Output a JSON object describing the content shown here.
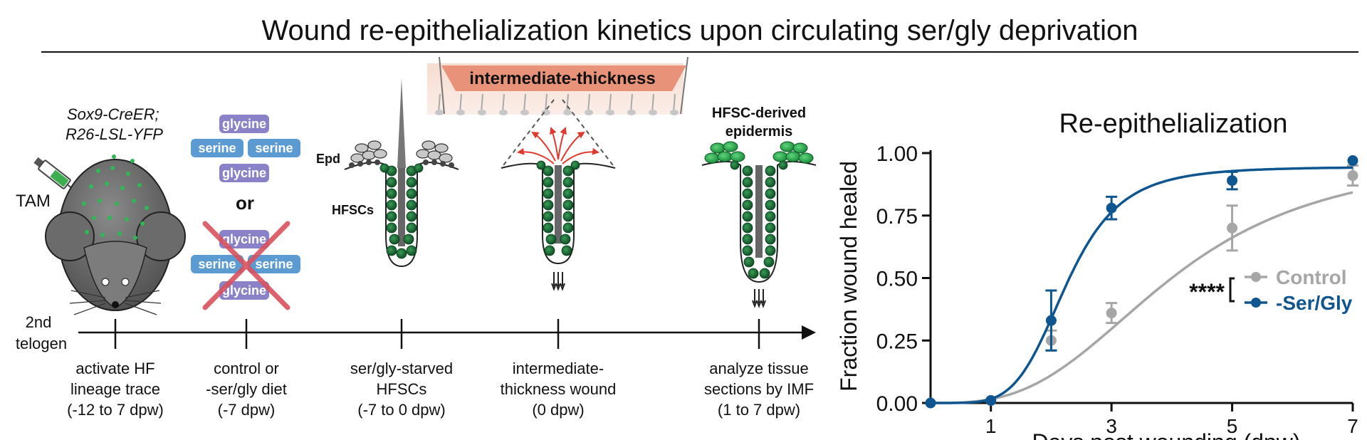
{
  "title": "Wound re-epithelialization kinetics upon circulating ser/gly deprivation",
  "mouse": {
    "genotype_line1": "Sox9-CreER;",
    "genotype_line2": "R26-LSL-YFP",
    "tam_label": "TAM"
  },
  "diet": {
    "glycine": "glycine",
    "serine": "serine",
    "or": "or",
    "colors": {
      "glycine": "#8a82c8",
      "serine": "#5b9bd1",
      "cross": "#d9525e"
    }
  },
  "follicle_labels": {
    "epd": "Epd",
    "hfscs": "HFSCs"
  },
  "wound_banner": "intermediate-thickness",
  "hfsc_derived": {
    "line1": "HFSC-derived",
    "line2": "epidermis"
  },
  "timeline": {
    "start_line1": "2nd",
    "start_line2": "telogen",
    "events": [
      {
        "l1": "activate HF",
        "l2": "lineage trace",
        "l3": "(-12 to 7 dpw)"
      },
      {
        "l1": "control or",
        "l2": "-ser/gly diet",
        "l3": "(-7 dpw)"
      },
      {
        "l1": "ser/gly-starved",
        "l2": "HFSCs",
        "l3": "(-7 to 0 dpw)"
      },
      {
        "l1": "intermediate-",
        "l2": "thickness wound",
        "l3": "(0 dpw)"
      },
      {
        "l1": "analyze tissue",
        "l2": "sections by IMF",
        "l3": "(1 to 7 dpw)"
      }
    ]
  },
  "chart_data": {
    "type": "line",
    "title": "Re-epithelialization",
    "ylabel": "Fraction wound healed",
    "xlabel": "Days post wounding (dpw)",
    "xlim": [
      0,
      7
    ],
    "ylim": [
      0,
      1
    ],
    "x_ticks": [
      "1",
      "3",
      "5",
      "7"
    ],
    "y_ticks": [
      "0.00",
      "0.25",
      "0.50",
      "0.75",
      "1.00"
    ],
    "significance": "****",
    "series": [
      {
        "name": "Control",
        "color": "#a6a6a6",
        "x": [
          0,
          1,
          2,
          3,
          5,
          7
        ],
        "y": [
          0.0,
          0.01,
          0.25,
          0.36,
          0.7,
          0.91
        ],
        "err": [
          0,
          0.005,
          0.04,
          0.04,
          0.09,
          0.04
        ],
        "fit": {
          "top": 1.0,
          "half": 4.0,
          "hill": 3.0
        }
      },
      {
        "name": "-Ser/Gly",
        "color": "#0f5690",
        "x": [
          0,
          1,
          2,
          3,
          5,
          7
        ],
        "y": [
          0.0,
          0.01,
          0.33,
          0.78,
          0.89,
          0.97
        ],
        "err": [
          0,
          0.005,
          0.12,
          0.045,
          0.035,
          0.005
        ],
        "fit": {
          "top": 0.945,
          "half": 2.25,
          "hill": 5.0
        }
      }
    ]
  }
}
